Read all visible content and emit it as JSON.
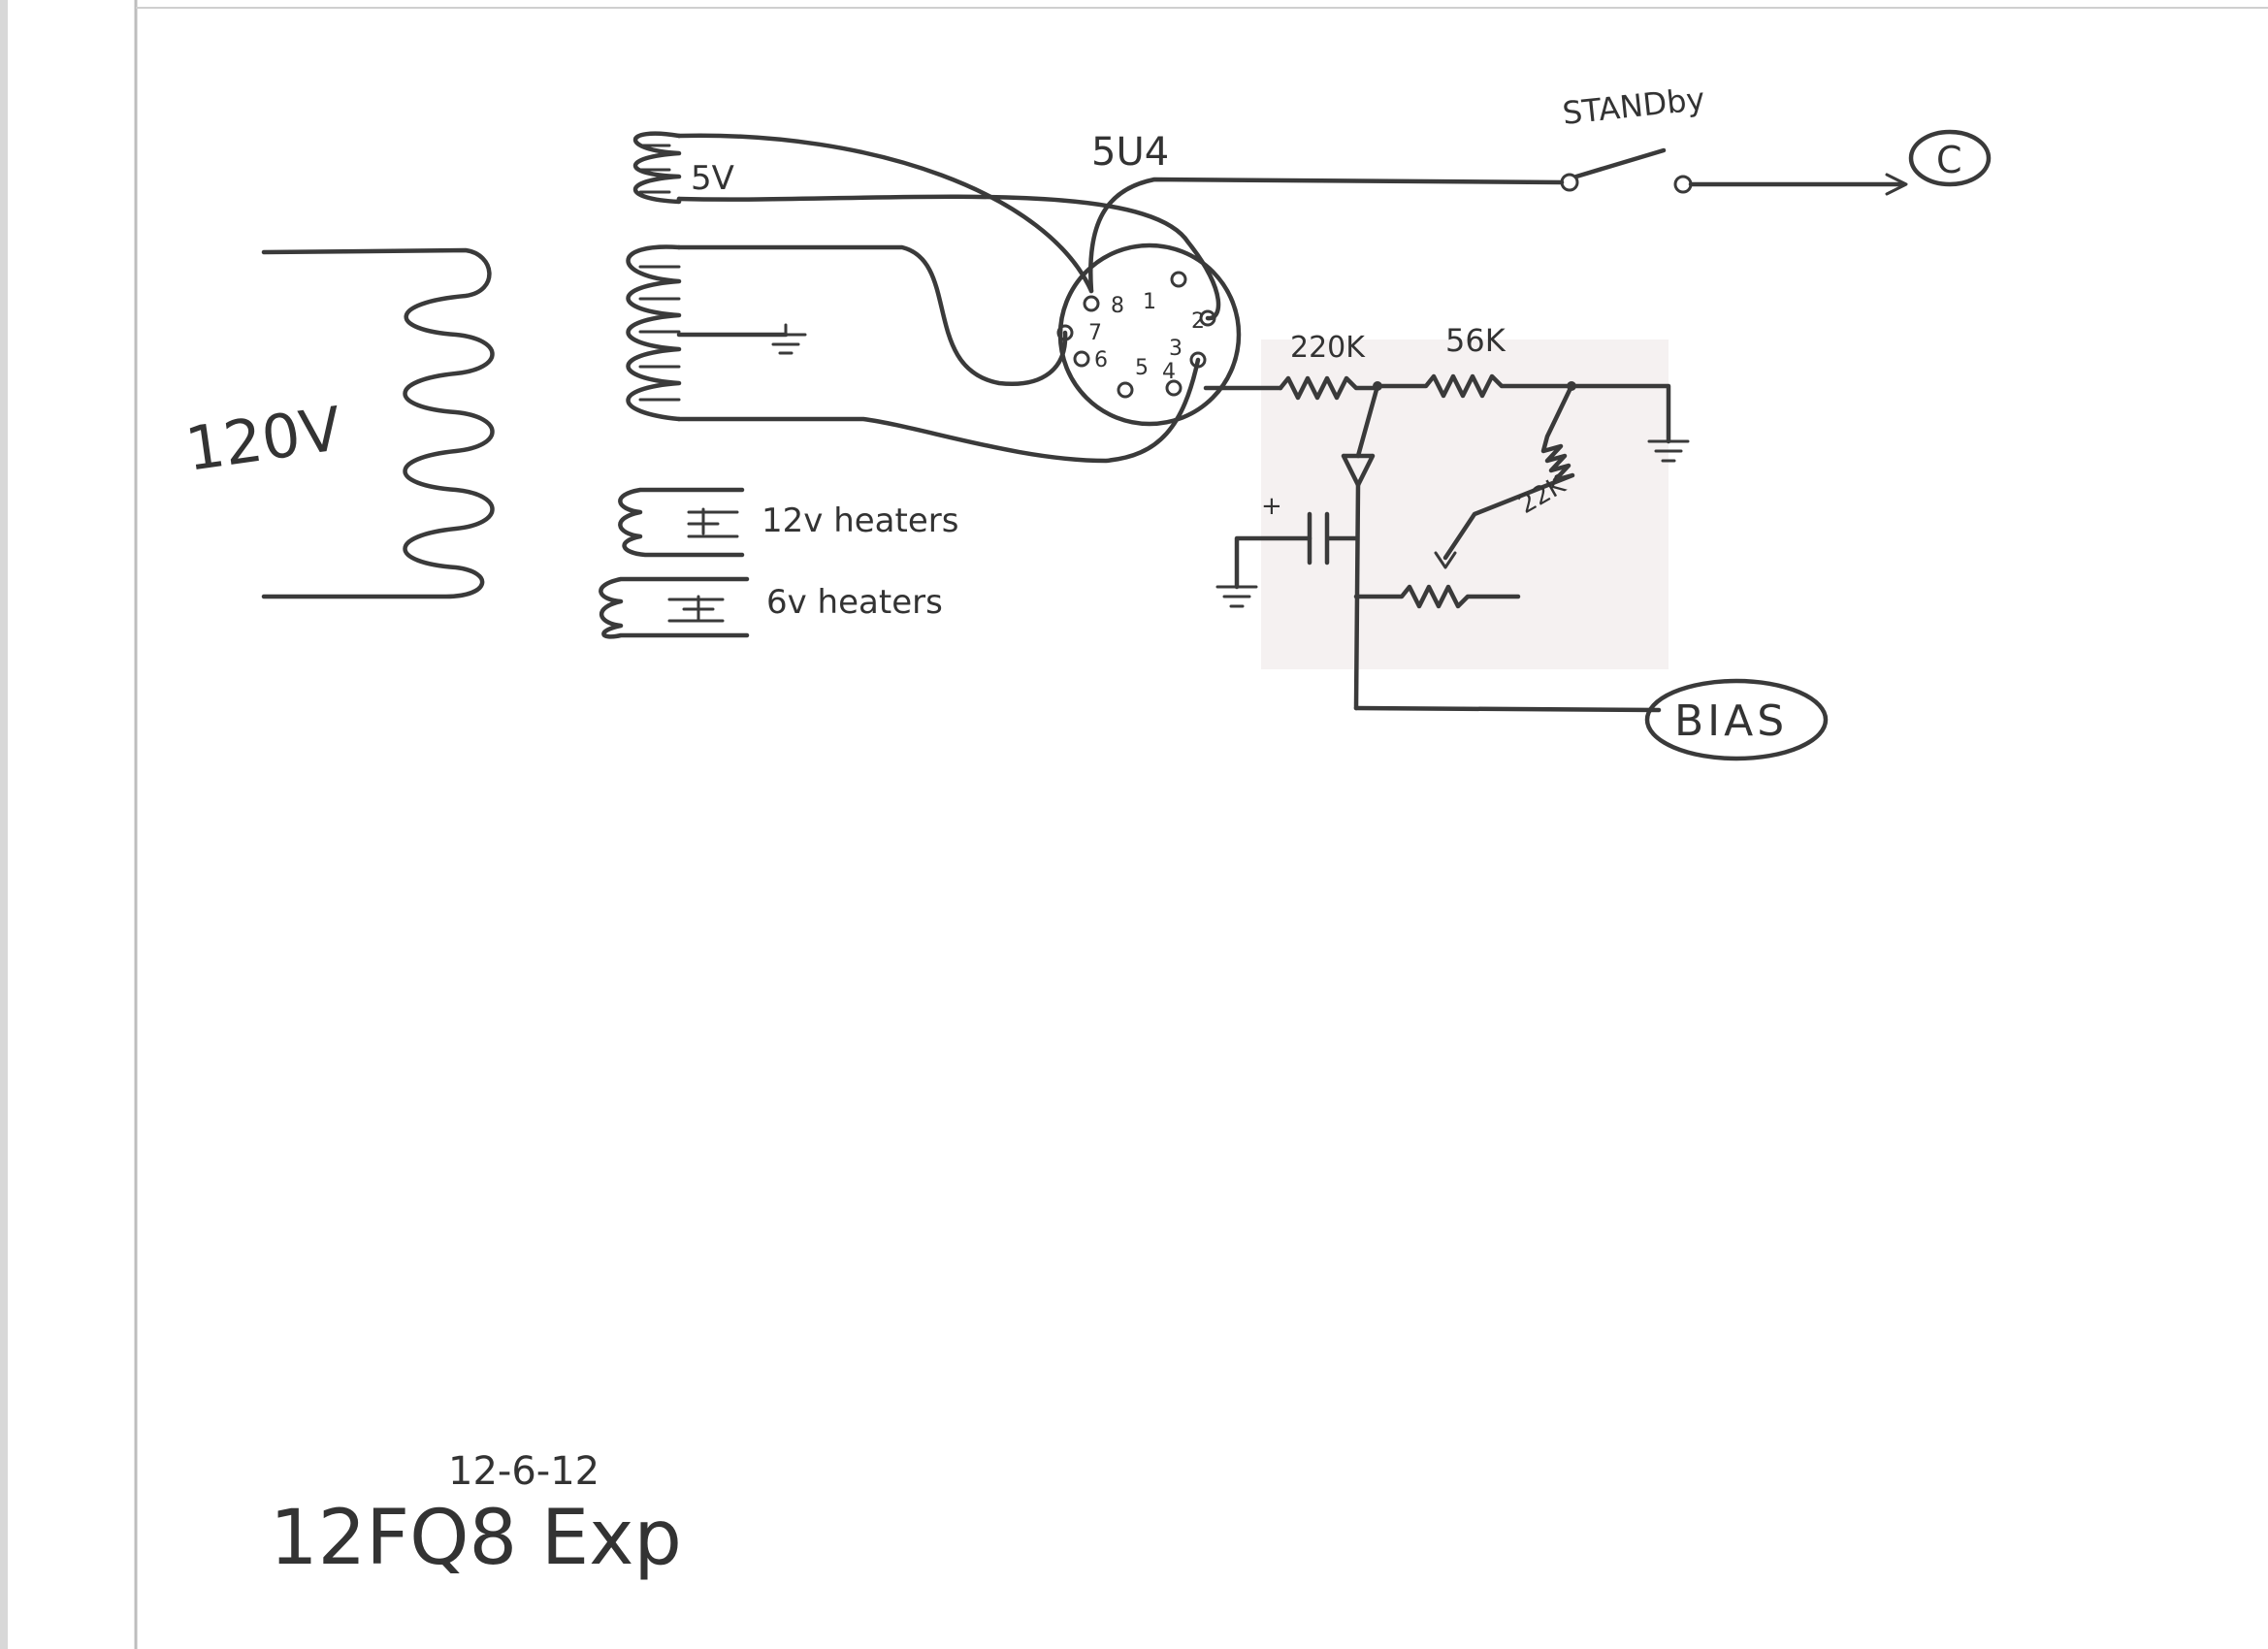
{
  "primary": {
    "label": "120V"
  },
  "secondaries": {
    "rect_filament": "5V",
    "heaters_12v": "12v heaters",
    "heaters_6v": "6v heaters"
  },
  "tube": {
    "label": "5U4",
    "pins": [
      "1",
      "2",
      "3",
      "4",
      "5",
      "6",
      "7",
      "8"
    ]
  },
  "switch": {
    "label": "STANDby"
  },
  "outputs": {
    "c_label": "C",
    "bias_label": "BIAS"
  },
  "resistors": {
    "r1": "220K",
    "r2": "56K",
    "r3": "22K"
  },
  "capacitor": {
    "polarity": "+"
  },
  "footer": {
    "date": "12-6-12",
    "title": "12FQ8 Exp"
  }
}
